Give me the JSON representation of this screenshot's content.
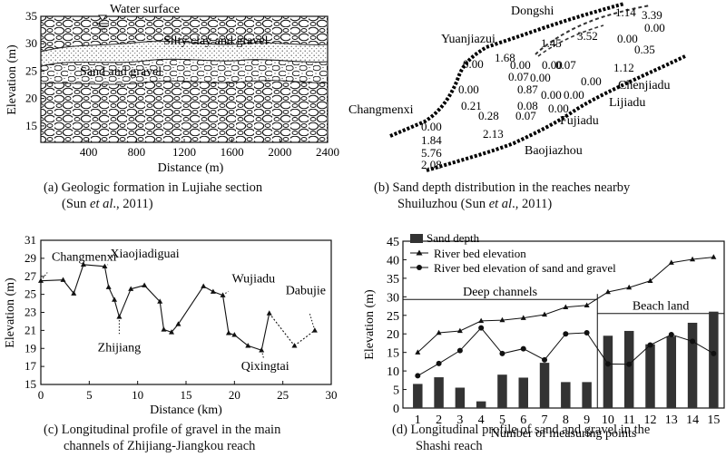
{
  "captions": {
    "a": [
      "(a) Geologic formation in Lujiahe section",
      "(Sun ",
      "et al",
      "., 2011)"
    ],
    "b": [
      "(b) Sand depth distribution in the reaches nearby",
      "Shuiluzhou (Sun ",
      "et al",
      "., 2011)"
    ],
    "c": [
      "(c) Longitudinal profile of gravel in the main",
      "channels of Zhijiang-Jiangkou reach"
    ],
    "d": [
      "(d) Longitudinal profile of sand and gravel in the",
      "Shashi reach"
    ]
  },
  "chart_data": [
    {
      "type": "diagram",
      "title": "",
      "xlabel": "Distance (m)",
      "ylabel": "Elevation (m)",
      "xlim": [
        0,
        2400
      ],
      "ylim": [
        12,
        35
      ],
      "xticks": [
        400,
        800,
        1200,
        1600,
        2000,
        2400
      ],
      "yticks": [
        15,
        20,
        25,
        30,
        35
      ],
      "annotations": [
        "Water surface",
        "Silty clay and gravel",
        "Sand and gravel"
      ]
    },
    {
      "type": "map",
      "places": [
        "Dongshi",
        "Yuanjiazui",
        "Changmenxi",
        "Chenjiadu",
        "Lijiadu",
        "Fujiadu",
        "Baojiazhou"
      ],
      "depth_labels": [
        "1.14",
        "3.39",
        "0.00",
        "0.00",
        "0.35",
        "3.52",
        "1.45",
        "1.68",
        "0.00",
        "0.00",
        "0.00",
        "0.07",
        "0.00",
        "0.00",
        "0.07",
        "1.12",
        "0.00",
        "0.87",
        "0.00",
        "0.00",
        "0.21",
        "0.08",
        "0.00",
        "0.28",
        "0.07",
        "0.00",
        "1.84",
        "5.76",
        "2.08",
        "2.13"
      ]
    },
    {
      "type": "line",
      "xlabel": "Distance (km)",
      "ylabel": "Elevation (m)",
      "xlim": [
        0,
        30
      ],
      "ylim": [
        15,
        31
      ],
      "xticks": [
        0,
        5,
        10,
        15,
        20,
        25,
        30
      ],
      "yticks": [
        15,
        17,
        19,
        21,
        23,
        25,
        27,
        29,
        31
      ],
      "x": [
        0,
        2.3,
        3.4,
        4.4,
        6.6,
        7.0,
        7.6,
        8.1,
        9.3,
        10.7,
        12.3,
        12.7,
        13.5,
        14.2,
        16.8,
        17.8,
        18.8,
        19.4,
        20.0,
        21.4,
        22.8,
        23.6,
        26.2,
        28.3
      ],
      "y": [
        26.5,
        26.6,
        25.1,
        28.3,
        28.1,
        25.8,
        24.4,
        22.5,
        25.6,
        26.0,
        24.2,
        21.1,
        20.8,
        21.7,
        25.9,
        25.3,
        24.9,
        20.7,
        20.5,
        19.3,
        18.8,
        22.9,
        19.3,
        21.0
      ],
      "annotations": [
        {
          "text": "Changmenxi",
          "x": 0,
          "y": 26.5
        },
        {
          "text": "Xiaojiadiguai",
          "x": 6.6,
          "y": 28.1
        },
        {
          "text": "Zhijiang",
          "x": 8.1,
          "y": 22.5
        },
        {
          "text": "Wujiadu",
          "x": 18.8,
          "y": 24.9
        },
        {
          "text": "Qixingtai",
          "x": 22.8,
          "y": 18.8
        },
        {
          "text": "Dabujie",
          "x": 28.3,
          "y": 21.0
        }
      ]
    },
    {
      "type": "bar+line",
      "xlabel": "Number of measuring points",
      "ylabel": "Elevation (m)",
      "ylim": [
        0,
        45
      ],
      "yticks": [
        0,
        5,
        10,
        15,
        20,
        25,
        30,
        35,
        40,
        45
      ],
      "categories": [
        "1",
        "2",
        "3",
        "4",
        "5",
        "6",
        "7",
        "8",
        "9",
        "10",
        "11",
        "12",
        "13",
        "14",
        "15"
      ],
      "legend": [
        "Sand depth",
        "River bed elevation",
        "River bed elevation of sand and gravel"
      ],
      "regions": [
        {
          "text": "Deep channels",
          "from": 0.5,
          "to": 9.5,
          "y": 29.3
        },
        {
          "text": "Beach land",
          "from": 9.5,
          "to": 15.5,
          "y": 25.5
        }
      ],
      "series": [
        {
          "name": "Sand depth",
          "kind": "bar",
          "values": [
            6.5,
            8.3,
            5.5,
            1.8,
            9.0,
            8.2,
            12.2,
            7.0,
            7.0,
            19.5,
            20.8,
            17.2,
            19.3,
            23.0,
            26.0
          ]
        },
        {
          "name": "River bed elevation",
          "kind": "line",
          "marker": "triangle",
          "values": [
            15.0,
            20.3,
            20.8,
            23.5,
            23.7,
            24.3,
            25.2,
            27.2,
            27.7,
            31.3,
            32.5,
            34.3,
            39.2,
            40.1,
            40.7
          ]
        },
        {
          "name": "River bed elevation of sand and gravel",
          "kind": "line",
          "marker": "circle",
          "values": [
            8.7,
            12.0,
            15.5,
            21.6,
            14.7,
            16.0,
            13.0,
            20.0,
            20.3,
            11.9,
            11.8,
            17.0,
            19.8,
            18.0,
            14.7
          ]
        }
      ]
    }
  ]
}
